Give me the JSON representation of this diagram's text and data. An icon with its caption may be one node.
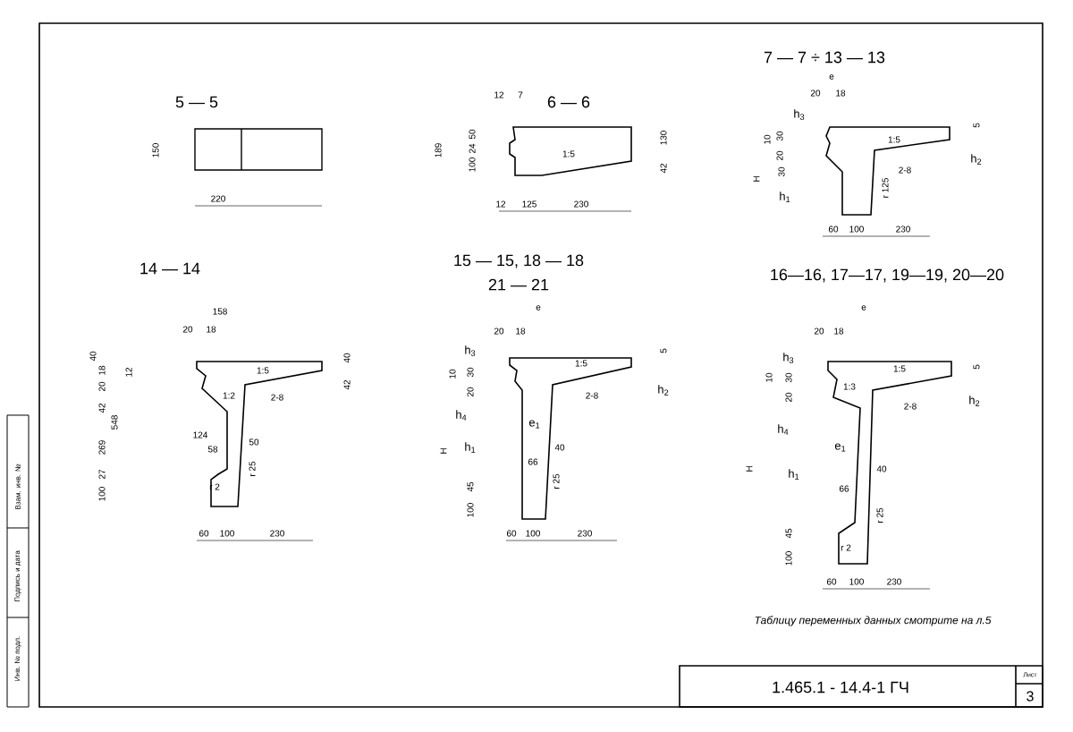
{
  "diagram": {
    "labels": [
      "5 — 5",
      "150",
      "220",
      "6 — 6",
      "12",
      "7",
      "189",
      "50",
      "24",
      "100",
      "130",
      "42",
      "1:5",
      "12",
      "125",
      "230",
      "7 — 7 ÷ 13 — 13",
      "e",
      "20",
      "18",
      "h$_{3}$",
      "10",
      "30",
      "20",
      "30",
      "H",
      "h$_{1}$",
      "1:5",
      "2-8",
      "r 125",
      "60",
      "100",
      "230",
      "5",
      "h$_{2}$",
      "14 — 14",
      "158",
      "20",
      "18",
      "40",
      "18",
      "12",
      "20",
      "42",
      "548",
      "269",
      "124",
      "58",
      "50",
      "27",
      "100",
      "1:2",
      "1:5",
      "2-8",
      "r 25",
      "r 2",
      "40",
      "42",
      "60",
      "100",
      "230",
      "15 — 15, 18 — 18",
      "21 — 21",
      "e",
      "20",
      "18",
      "h$_{3}$",
      "10",
      "30",
      "20",
      "h$_{4}$",
      "H",
      "h$_{1}$",
      "e$_{1}$",
      "40",
      "66",
      "45",
      "100",
      "1:5",
      "2-8",
      "r 25",
      "5",
      "h$_{2}$",
      "60",
      "100",
      "230",
      "16—16, 17—17, 19—19, 20—20",
      "e",
      "20",
      "18",
      "h$_{3}$",
      "10",
      "30",
      "20",
      "h$_{4}$",
      "H",
      "h$_{1}$",
      "e$_{1}$",
      "40",
      "66",
      "45",
      "100",
      "1:3",
      "1:5",
      "2-8",
      "r 2",
      "r 25",
      "5",
      "h$_{2}$",
      "60",
      "100",
      "230",
      "Таблицу переменных данных смотрите на л.5",
      "1.465.1 - 14.4-1 ГЧ",
      "Лист",
      "3",
      "Инв. № подл.",
      "Подпись и дата",
      "Взам. инв. №"
    ]
  }
}
